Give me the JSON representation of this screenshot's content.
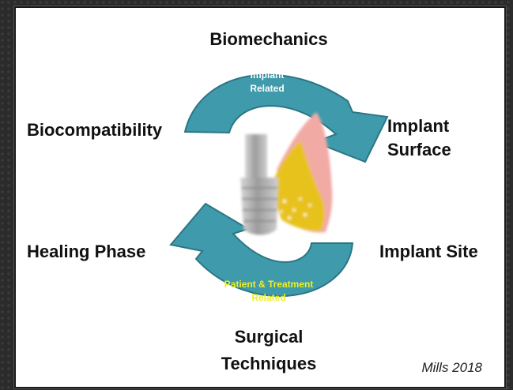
{
  "labels": {
    "biomechanics": "Biomechanics",
    "biocompatibility": "Biocompatibility",
    "implant_surface_line1": "Implant",
    "implant_surface_line2": "Surface",
    "healing_phase": "Healing Phase",
    "implant_site": "Implant Site",
    "surgical_line1": "Surgical",
    "surgical_line2": "Techniques"
  },
  "arrows": {
    "top_line1": "Implant",
    "top_line2": "Related",
    "bottom_line1": "Patient & Treatment",
    "bottom_line2": "Related"
  },
  "citation": "Mills 2018",
  "colors": {
    "arrow_fill": "#3f9aab",
    "arrow_stroke": "#2b7686",
    "top_text": "#ffffff",
    "bottom_text": "#f0f020",
    "bone_yellow": "#e8c21a",
    "gum_pink": "#f2aaa5",
    "implant_grey": "#a9a9a9"
  }
}
